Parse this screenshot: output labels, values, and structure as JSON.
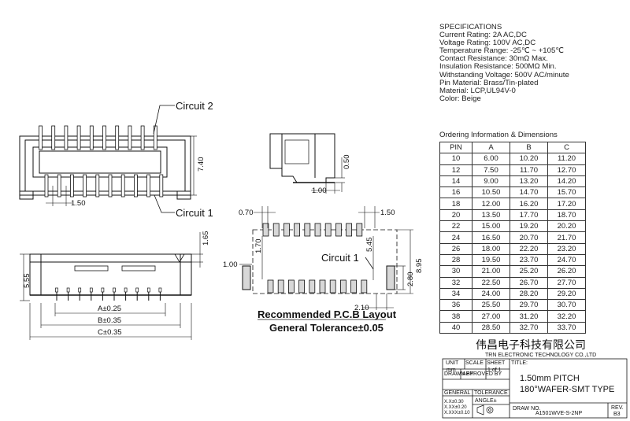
{
  "specifications": {
    "title": "SPECIFICATIONS",
    "lines": [
      "Current Rating: 2A AC,DC",
      "Voltage Rating: 100V AC,DC",
      "Temperature Range: -25℃ ~ +105℃",
      "Contact Resistance: 30mΩ Max.",
      "Insulation Resistance: 500MΩ Min.",
      "Withstanding Voltage: 500V AC/minute",
      "Pin Material: Brass/Tin-plated",
      "Material: LCP,UL94V-0",
      "Color: Beige"
    ]
  },
  "ordering": {
    "title": "Ordering Information & Dimensions",
    "headers": [
      "PIN",
      "A",
      "B",
      "C"
    ],
    "rows": [
      [
        "10",
        "6.00",
        "10.20",
        "11.20"
      ],
      [
        "12",
        "7.50",
        "11.70",
        "12.70"
      ],
      [
        "14",
        "9.00",
        "13.20",
        "14.20"
      ],
      [
        "16",
        "10.50",
        "14.70",
        "15.70"
      ],
      [
        "18",
        "12.00",
        "16.20",
        "17.20"
      ],
      [
        "20",
        "13.50",
        "17.70",
        "18.70"
      ],
      [
        "22",
        "15.00",
        "19.20",
        "20.20"
      ],
      [
        "24",
        "16.50",
        "20.70",
        "21.70"
      ],
      [
        "26",
        "18.00",
        "22.20",
        "23.20"
      ],
      [
        "28",
        "19.50",
        "23.70",
        "24.70"
      ],
      [
        "30",
        "21.00",
        "25.20",
        "26.20"
      ],
      [
        "32",
        "22.50",
        "26.70",
        "27.70"
      ],
      [
        "34",
        "24.00",
        "28.20",
        "29.20"
      ],
      [
        "36",
        "25.50",
        "29.70",
        "30.70"
      ],
      [
        "38",
        "27.00",
        "31.20",
        "32.20"
      ],
      [
        "40",
        "28.50",
        "32.70",
        "33.70"
      ]
    ]
  },
  "drawing": {
    "circuit2": "Circuit 2",
    "circuit1_top": "Circuit 1",
    "circuit1_pcb": "Circuit 1",
    "dim_740": "7.40",
    "dim_150_top": "1.50",
    "dim_050": "0.50",
    "dim_100_side": "1.00",
    "dim_070": "0.70",
    "dim_150_pcb": "1.50",
    "dim_170": "1.70",
    "dim_545": "5.45",
    "dim_895": "8.95",
    "dim_100_pcb": "1.00",
    "dim_280": "2.80",
    "dim_210": "2.10",
    "dim_165": "1.65",
    "dim_555": "5.55",
    "dim_a": "A±0.25",
    "dim_b": "B±0.35",
    "dim_c": "C±0.35",
    "pcb_title": "Recommended P.C.B Layout",
    "tolerance": "General Tolerance±0.05"
  },
  "title_block": {
    "company_cn": "伟昌电子科技有限公司",
    "company_en": "TRN ELECTRONIC TECHNOLOGY CO.,LTD",
    "unit_label": "UNIT",
    "unit_value": "mm",
    "scale_label": "SCALE",
    "sheet_label": "SHEET",
    "sheet_value": "1 of 1",
    "title_label": "TITLE:",
    "title_line1": "1.50mm PITCH",
    "title_line2": "180°WAFER-SMT TYPE",
    "drawn_by": "DRAWN BY",
    "approved_by": "APPROVED BY",
    "general": "GENERAL",
    "tolerance": "TOLERANCE",
    "tol1": "X.X±0.30",
    "tol2": "X.XX±0.20",
    "tol3": "X.XXX±0.10",
    "angle": "ANGLE±",
    "draw_no_label": "DRAW NO.",
    "draw_no": "A1501WVE-S-2NP",
    "rev_label": "REV.",
    "rev": "B3"
  }
}
